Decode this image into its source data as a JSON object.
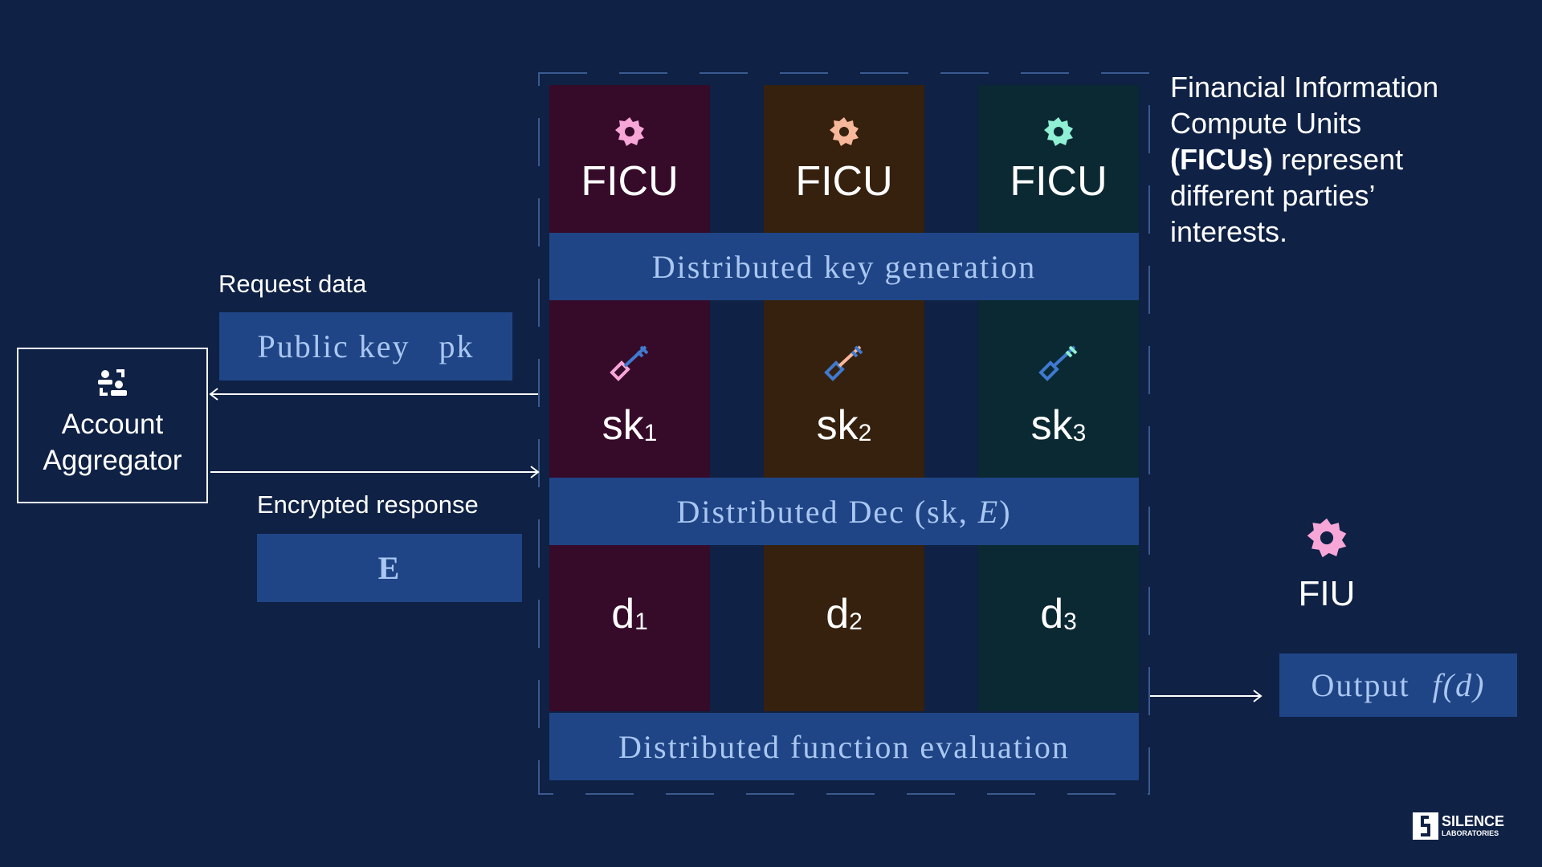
{
  "ficu_label": "FICU",
  "columns": [
    {
      "ficu": "FICU",
      "sk": "sk",
      "sk_sub": "1",
      "d": "d",
      "d_sub": "1",
      "accent": "#f7a6d8"
    },
    {
      "ficu": "FICU",
      "sk": "sk",
      "sk_sub": "2",
      "d": "d",
      "d_sub": "2",
      "accent": "#f7b79b"
    },
    {
      "ficu": "FICU",
      "sk": "sk",
      "sk_sub": "3",
      "d": "d",
      "d_sub": "3",
      "accent": "#8ff0d3"
    }
  ],
  "bands": {
    "keygen": "Distributed key generation",
    "dec_prefix": "Distributed Dec (sk, ",
    "dec_E": "E",
    "dec_suffix": ")",
    "func_eval": "Distributed function evaluation"
  },
  "description": {
    "line1": "Financial Information",
    "line2": "Compute Units",
    "bold": "(FICUs)",
    "line3_rest": " represent",
    "line4": "different parties’",
    "line5": "interests."
  },
  "left": {
    "request_label": "Request data",
    "public_key": "Public key",
    "pk": "pk",
    "aggregator_line1": "Account",
    "aggregator_line2": "Aggregator",
    "encrypted_label": "Encrypted response",
    "E": "E"
  },
  "right": {
    "fiu_label": "FIU",
    "output": "Output",
    "output_fn": "f(d)"
  },
  "logo": {
    "line1": "SILENCE",
    "line2": "LABORATORIES"
  },
  "colors": {
    "background": "#0f2144",
    "band": "#1f4586",
    "band_text": "#a9c7f1"
  }
}
